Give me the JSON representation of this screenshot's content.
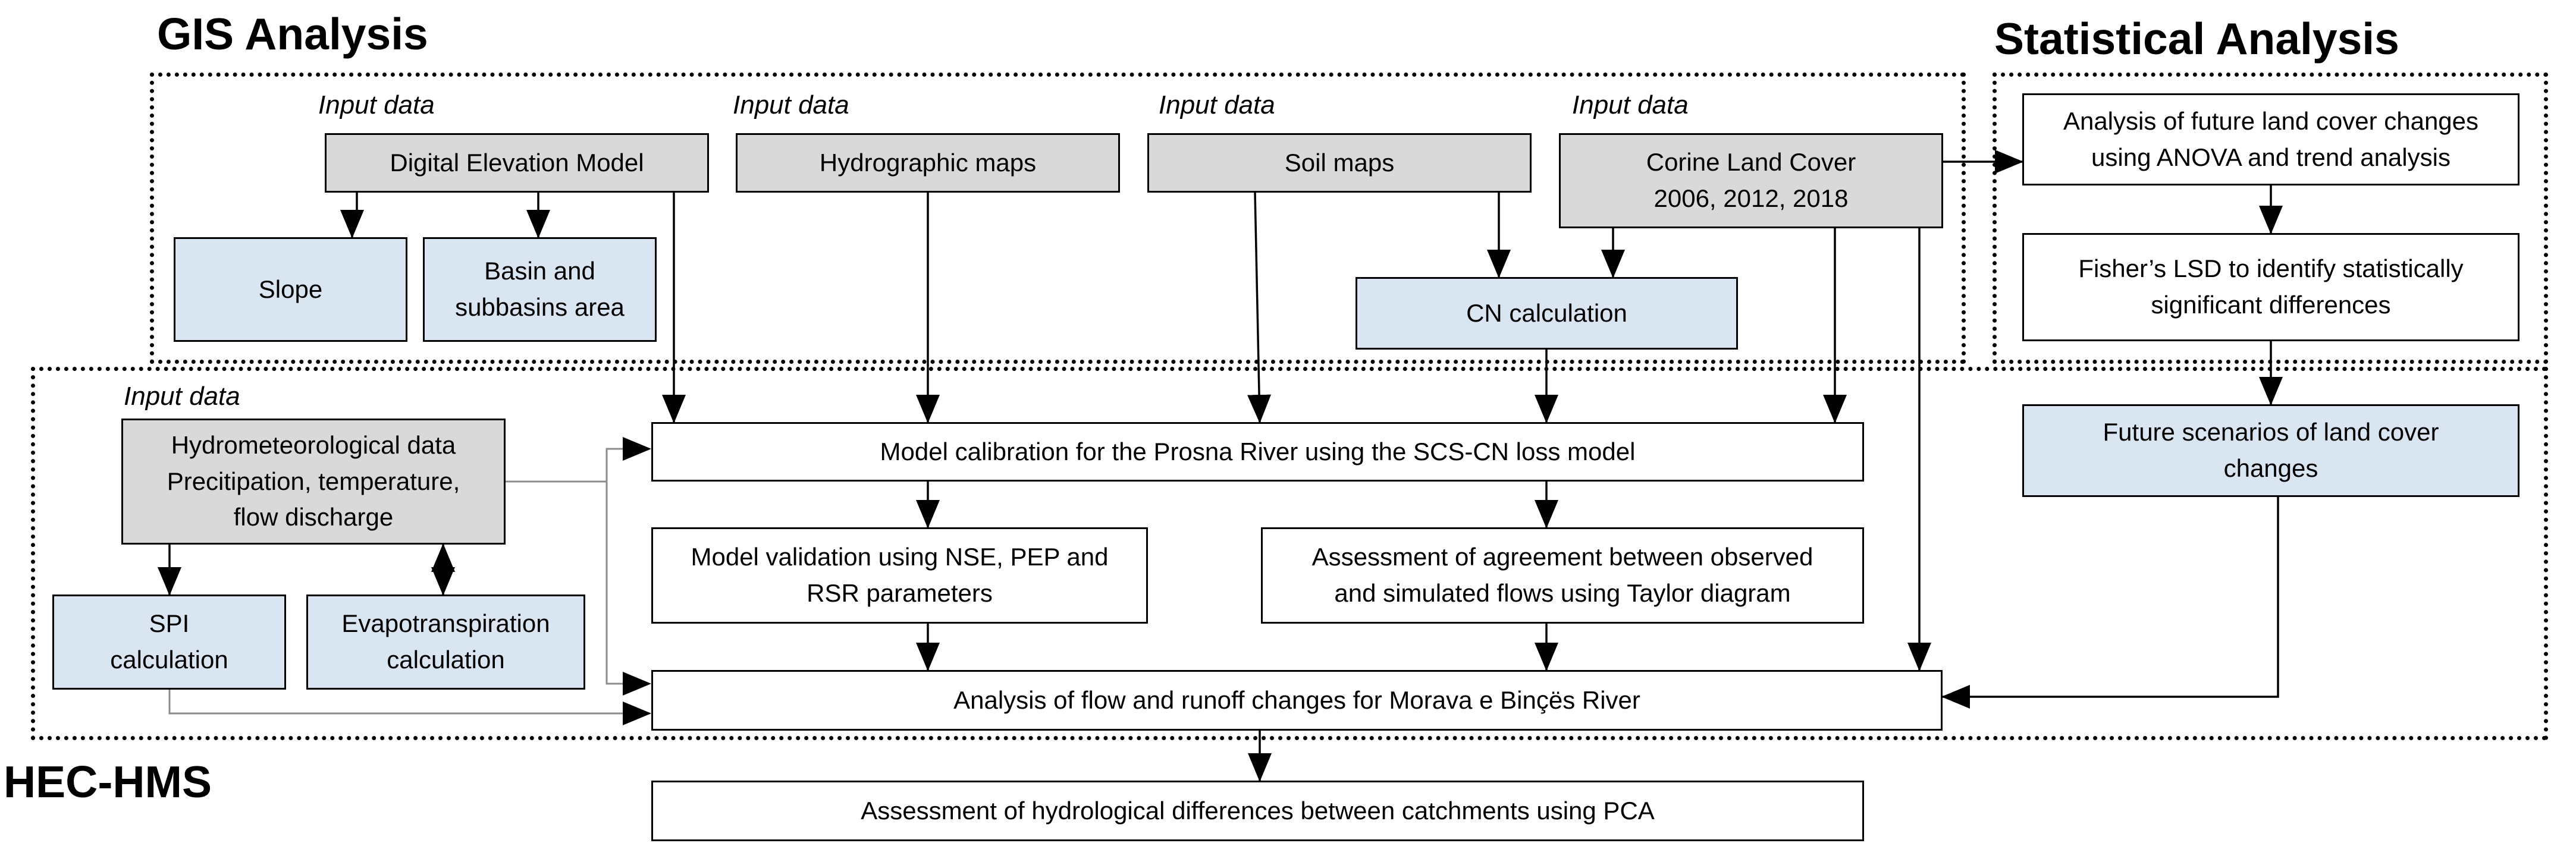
{
  "sections": {
    "gis": "GIS Analysis",
    "statistical": "Statistical Analysis",
    "hechms": "HEC-HMS"
  },
  "input_data_label": "Input data",
  "boxes": {
    "dem": "Digital Elevation Model",
    "hydrographic_maps": "Hydrographic maps",
    "soil_maps": "Soil maps",
    "corine": "Corine Land Cover\n2006, 2012, 2018",
    "slope": "Slope",
    "basin_area": "Basin and\nsubbasins area",
    "cn_calculation": "CN calculation",
    "anova": "Analysis of future land cover changes\nusing ANOVA and trend analysis",
    "fisher_lsd": "Fisher’s LSD to identify statistically\nsignificant differences",
    "future_scenarios": "Future scenarios of land cover\nchanges",
    "hydromet": "Hydrometeorological data\nPrecitipation, temperature,\nflow discharge",
    "spi": "SPI\ncalculation",
    "evapotranspiration": "Evapotranspiration\ncalculation",
    "model_calibration": "Model calibration for the Prosna River using the SCS-CN loss model",
    "model_validation": "Model validation using NSE, PEP and\nRSR parameters",
    "taylor": "Assessment of agreement between observed\nand simulated flows using Taylor diagram",
    "flow_analysis": "Analysis of flow and runoff changes for Morava e Binçës River",
    "pca": "Assessment of hydrological differences between catchments using PCA"
  },
  "colors": {
    "input_fill": "#d9d9d9",
    "derived_fill": "#dae5f2",
    "process_fill": "#ffffff",
    "line": "#000000",
    "connector_gray": "#8c8c8c"
  }
}
